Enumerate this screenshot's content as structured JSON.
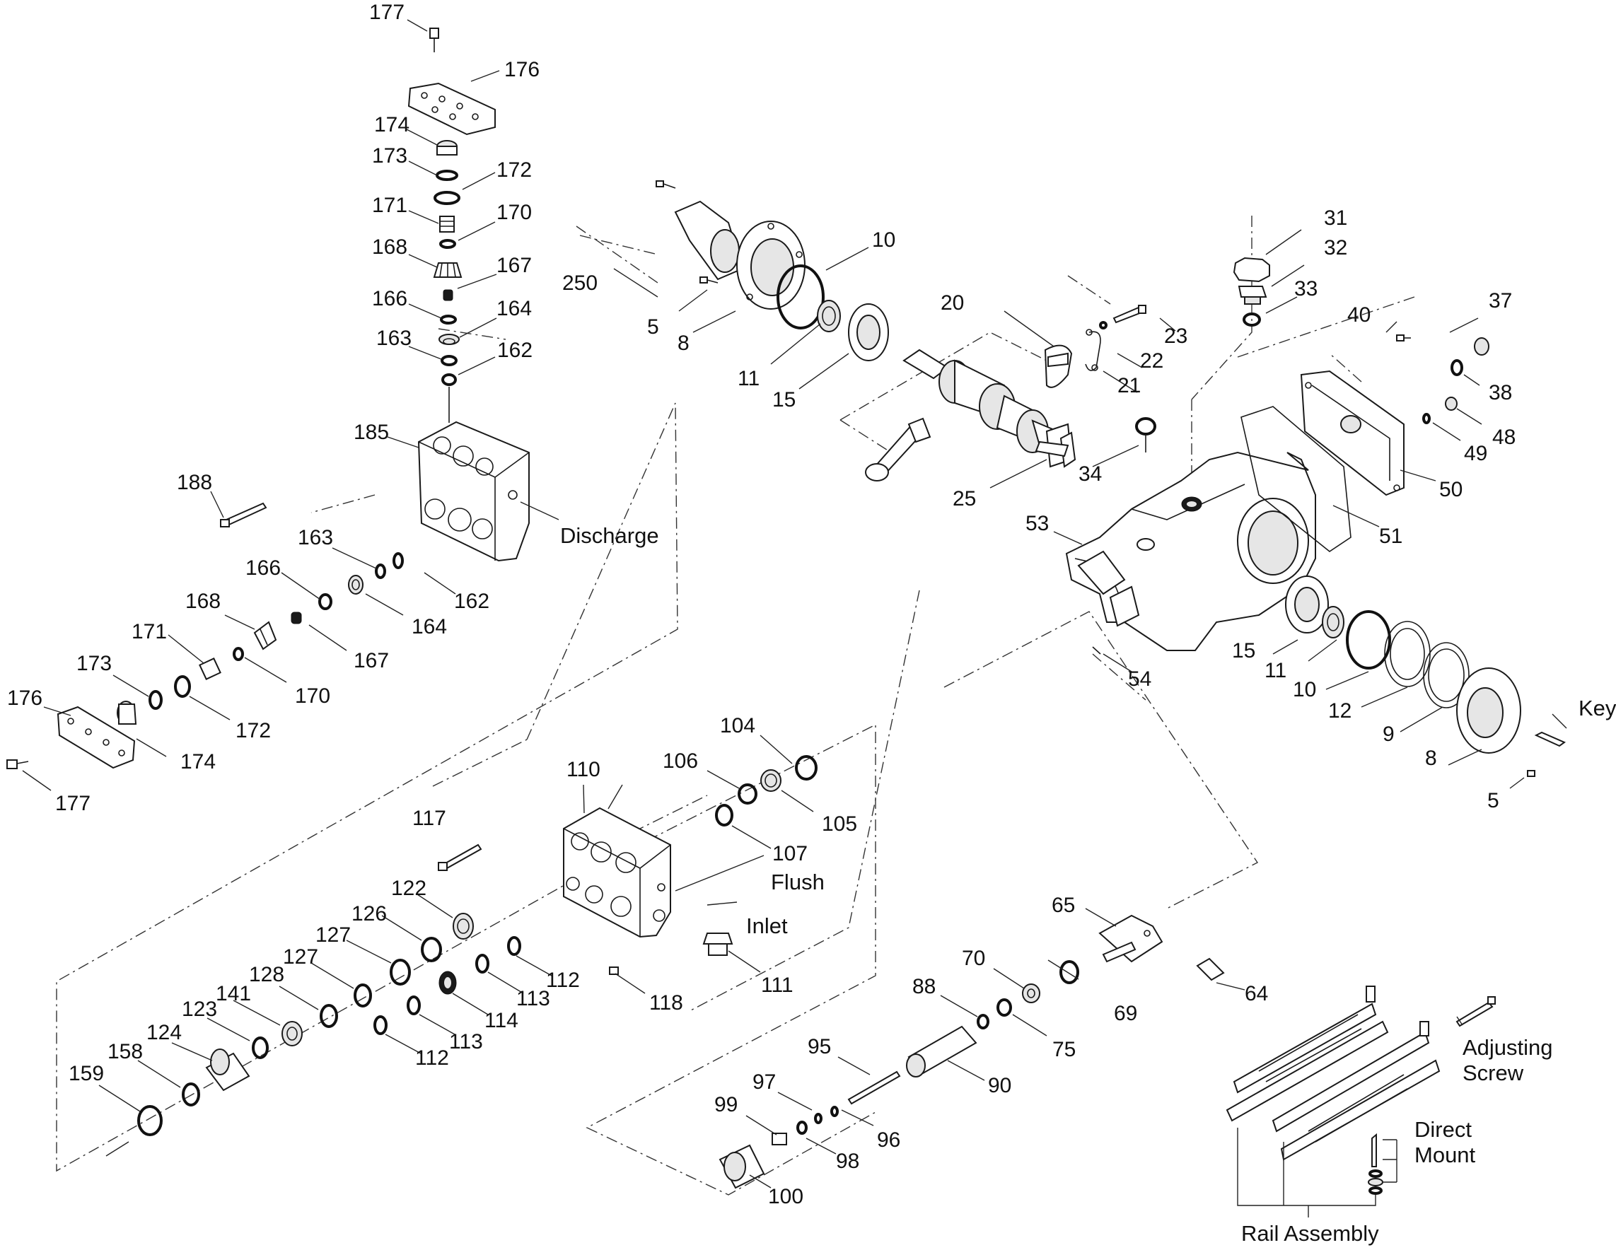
{
  "diagram": {
    "part_numbers": {
      "p177": "177",
      "p176": "176",
      "p174": "174",
      "p173": "173",
      "p172": "172",
      "p171": "171",
      "p170": "170",
      "p168": "168",
      "p167": "167",
      "p166": "166",
      "p164": "164",
      "p163": "163",
      "p162": "162",
      "p185": "185",
      "p188": "188",
      "p250": "250",
      "p5": "5",
      "p8": "8",
      "p10": "10",
      "p11": "11",
      "p15": "15",
      "p20": "20",
      "p21": "21",
      "p22": "22",
      "p23": "23",
      "p25": "25",
      "p31": "31",
      "p32": "32",
      "p33": "33",
      "p34": "34",
      "p37": "37",
      "p38": "38",
      "p40": "40",
      "p48": "48",
      "p49": "49",
      "p50": "50",
      "p51": "51",
      "p53": "53",
      "p54": "54",
      "p9": "9",
      "p12": "12",
      "p104": "104",
      "p105": "105",
      "p106": "106",
      "p107": "107",
      "p110": "110",
      "p111": "111",
      "p112": "112",
      "p113": "113",
      "p114": "114",
      "p117": "117",
      "p118": "118",
      "p122": "122",
      "p123": "123",
      "p124": "124",
      "p126": "126",
      "p127": "127",
      "p128": "128",
      "p141": "141",
      "p158": "158",
      "p159": "159",
      "p64": "64",
      "p65": "65",
      "p69": "69",
      "p70": "70",
      "p75": "75",
      "p88": "88",
      "p90": "90",
      "p95": "95",
      "p96": "96",
      "p97": "97",
      "p98": "98",
      "p99": "99",
      "p100": "100"
    },
    "words": {
      "discharge": "Discharge",
      "flush": "Flush",
      "inlet": "Inlet",
      "key": "Key",
      "adjusting": "Adjusting",
      "screw": "Screw",
      "direct": "Direct",
      "mount": "Mount",
      "rail_assembly": "Rail Assembly"
    }
  }
}
